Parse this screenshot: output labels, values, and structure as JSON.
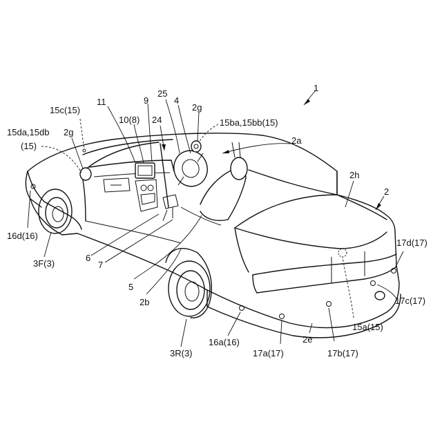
{
  "figure": {
    "labels": {
      "fig_ref": "1",
      "vehicle": "2",
      "cabin": "2a",
      "seat_front": "2b",
      "headrest_rear": "2g",
      "headrest_front": "2g",
      "trunk": "2h",
      "rear_bumper": "2e",
      "front_wheel": "3F(3)",
      "rear_wheel": "3R(3)",
      "item4": "4",
      "item5": "5",
      "item6": "6",
      "item7": "7",
      "item9": "9",
      "item10": "10(8)",
      "item11": "11",
      "item24": "24",
      "item25": "25",
      "s15a": "15a(15)",
      "s15ba": "15ba,15bb(15)",
      "s15c": "15c(15)",
      "s15da": "15da,15db",
      "s15": "(15)",
      "s16a": "16a(16)",
      "s16d": "16d(16)",
      "s17a": "17a(17)",
      "s17b": "17b(17)",
      "s17c": "17c(17)",
      "s17d": "17d(17)"
    }
  }
}
